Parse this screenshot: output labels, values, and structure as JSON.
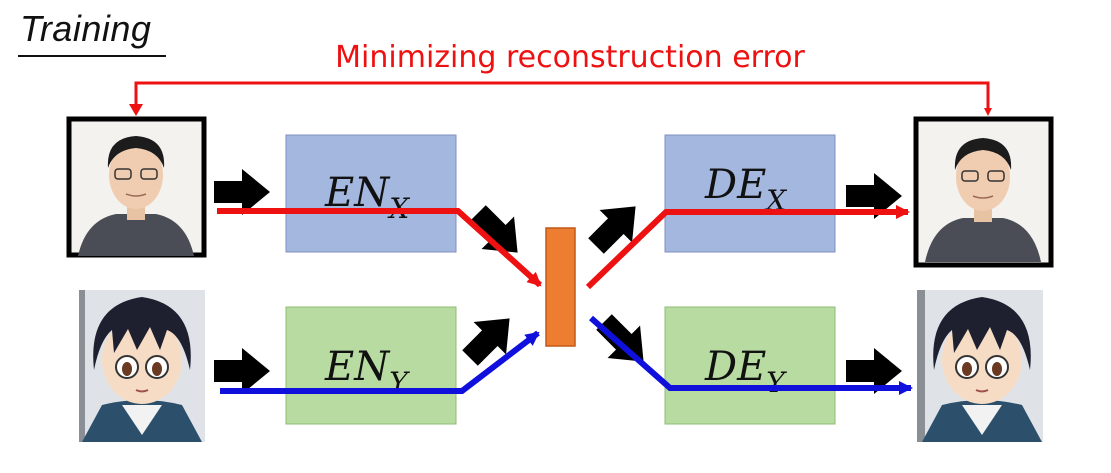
{
  "title": "Training",
  "caption": "Minimizing reconstruction error",
  "blocks": {
    "en_x": {
      "base": "EN",
      "sub": "X"
    },
    "en_y": {
      "base": "EN",
      "sub": "Y"
    },
    "de_x": {
      "base": "DE",
      "sub": "X"
    },
    "de_y": {
      "base": "DE",
      "sub": "Y"
    }
  },
  "colors": {
    "loss_arrow": "#ee1111",
    "path_x": "#ee1111",
    "path_y": "#1010dd",
    "encoder_x_fill": "#a3b7df",
    "decoder_x_fill": "#a3b7df",
    "encoder_y_fill": "#b7dba0",
    "decoder_y_fill": "#b7dba0",
    "latent_fill": "#ed7d31"
  },
  "images": {
    "input_x": "photo-face-icon",
    "output_x": "photo-face-icon",
    "input_y": "anime-face-icon",
    "output_y": "anime-face-icon"
  }
}
